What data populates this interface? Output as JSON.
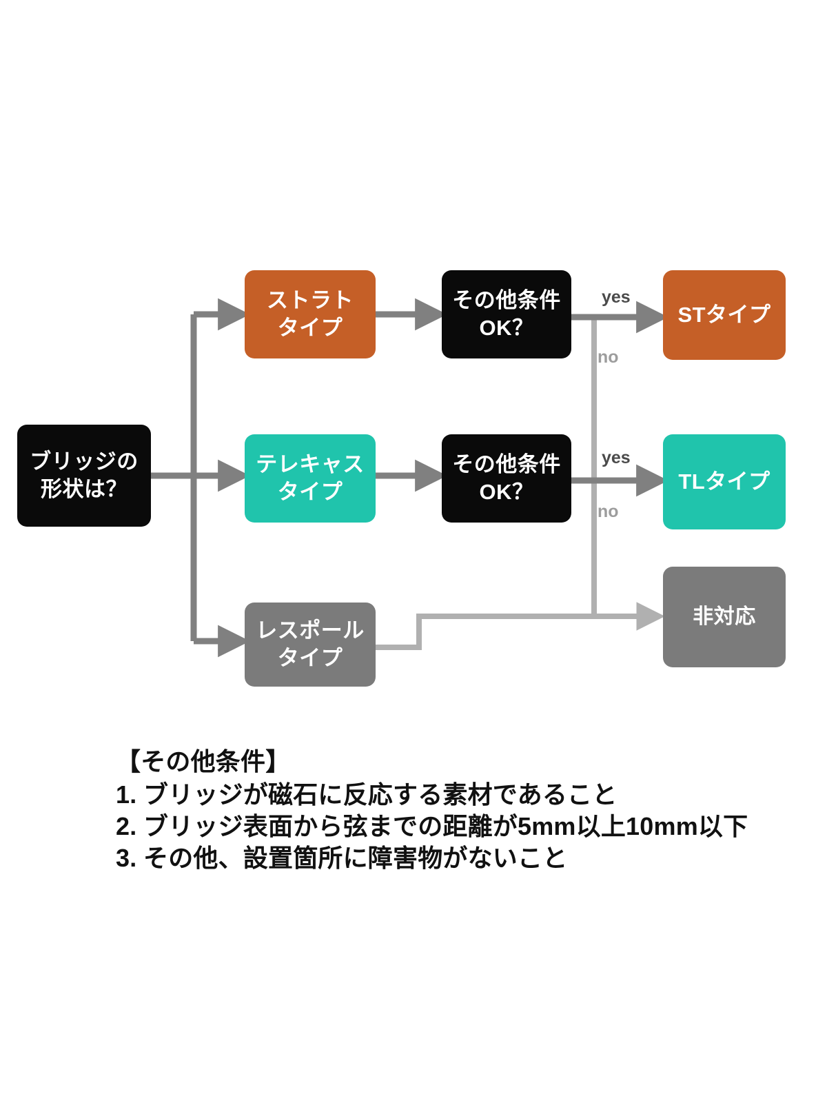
{
  "diagram": {
    "title_visible": false,
    "colors": {
      "orange": "#c55f27",
      "teal": "#20c4ac",
      "gray": "#7b7b7b",
      "black": "#0a0a0a",
      "wire_dark": "#808080",
      "wire_light": "#b0b0b0",
      "label_dark": "#4a4a4a",
      "label_light": "#9d9d9d",
      "background": "#ffffff"
    },
    "nodes": {
      "start": {
        "line1": "ブリッジの",
        "line2": "形状は？"
      },
      "strat": {
        "line1": "ストラト",
        "line2": "タイプ"
      },
      "tele": {
        "line1": "テレキャス",
        "line2": "タイプ"
      },
      "lespaul": {
        "line1": "レスポール",
        "line2": "タイプ"
      },
      "cond_st": {
        "line1": "その他条件",
        "line2": "OK？"
      },
      "cond_tl": {
        "line1": "その他条件",
        "line2": "OK？"
      },
      "st_type": {
        "line1": "STタイプ"
      },
      "tl_type": {
        "line1": "TLタイプ"
      },
      "none": {
        "line1": "非対応"
      }
    },
    "edge_labels": {
      "yes_st": "yes",
      "no_st": "no",
      "yes_tl": "yes",
      "no_tl": "no"
    }
  },
  "notes": {
    "heading": "【その他条件】",
    "items": [
      {
        "num": "1.",
        "text": "ブリッジが磁石に反応する素材であること"
      },
      {
        "num": "2.",
        "text": "ブリッジ表面から弦までの距離が5mm以上10mm以下"
      },
      {
        "num": "3.",
        "text": "その他、設置箇所に障害物がないこと"
      }
    ]
  }
}
